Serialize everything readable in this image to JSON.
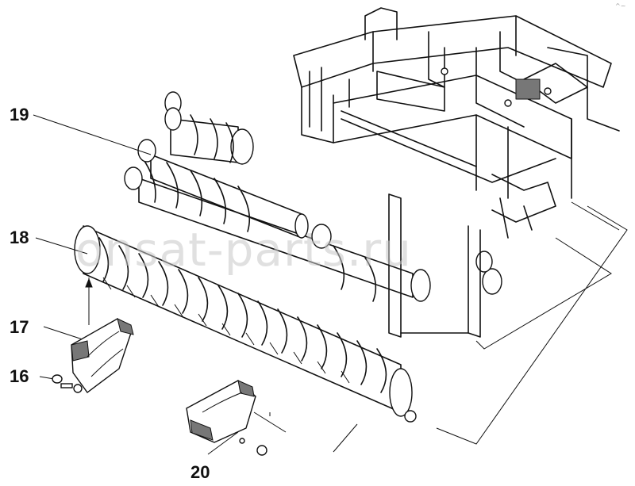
{
  "callouts": {
    "c16": "16",
    "c17": "17",
    "c18": "18",
    "c19": "19",
    "c20": "20"
  },
  "watermark": "onsat-parts.ru",
  "corner_mark": "^~"
}
